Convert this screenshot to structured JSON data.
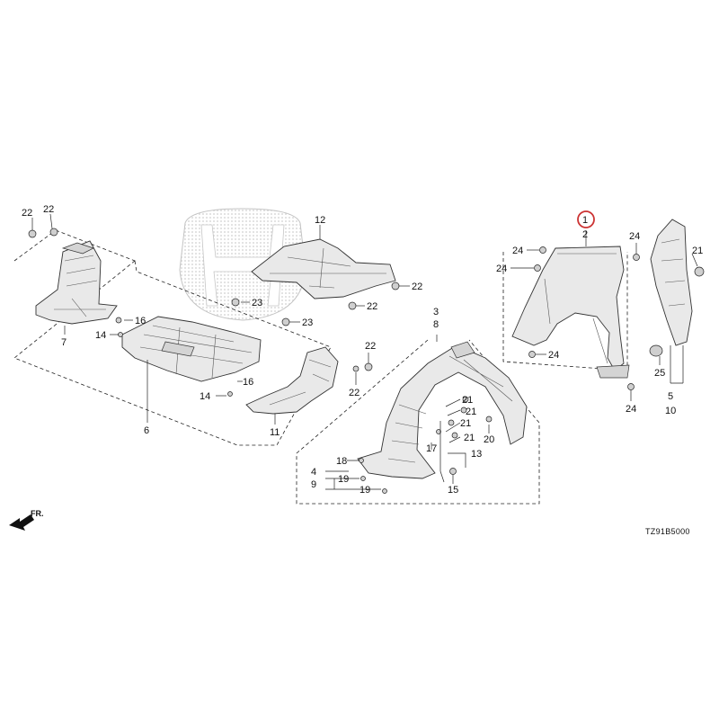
{
  "diagram": {
    "callouts": [
      "1",
      "2",
      "3",
      "4",
      "5",
      "6",
      "7",
      "8",
      "9",
      "10",
      "11",
      "12",
      "13",
      "14",
      "15",
      "16",
      "17",
      "18",
      "19",
      "20",
      "21",
      "22",
      "23",
      "24",
      "25"
    ],
    "highlighted_callout": "1",
    "highlight_color": "#cc3333",
    "diagram_code": "TZ91B5000",
    "direction_label": "FR.",
    "watermark": "honda-logo"
  }
}
